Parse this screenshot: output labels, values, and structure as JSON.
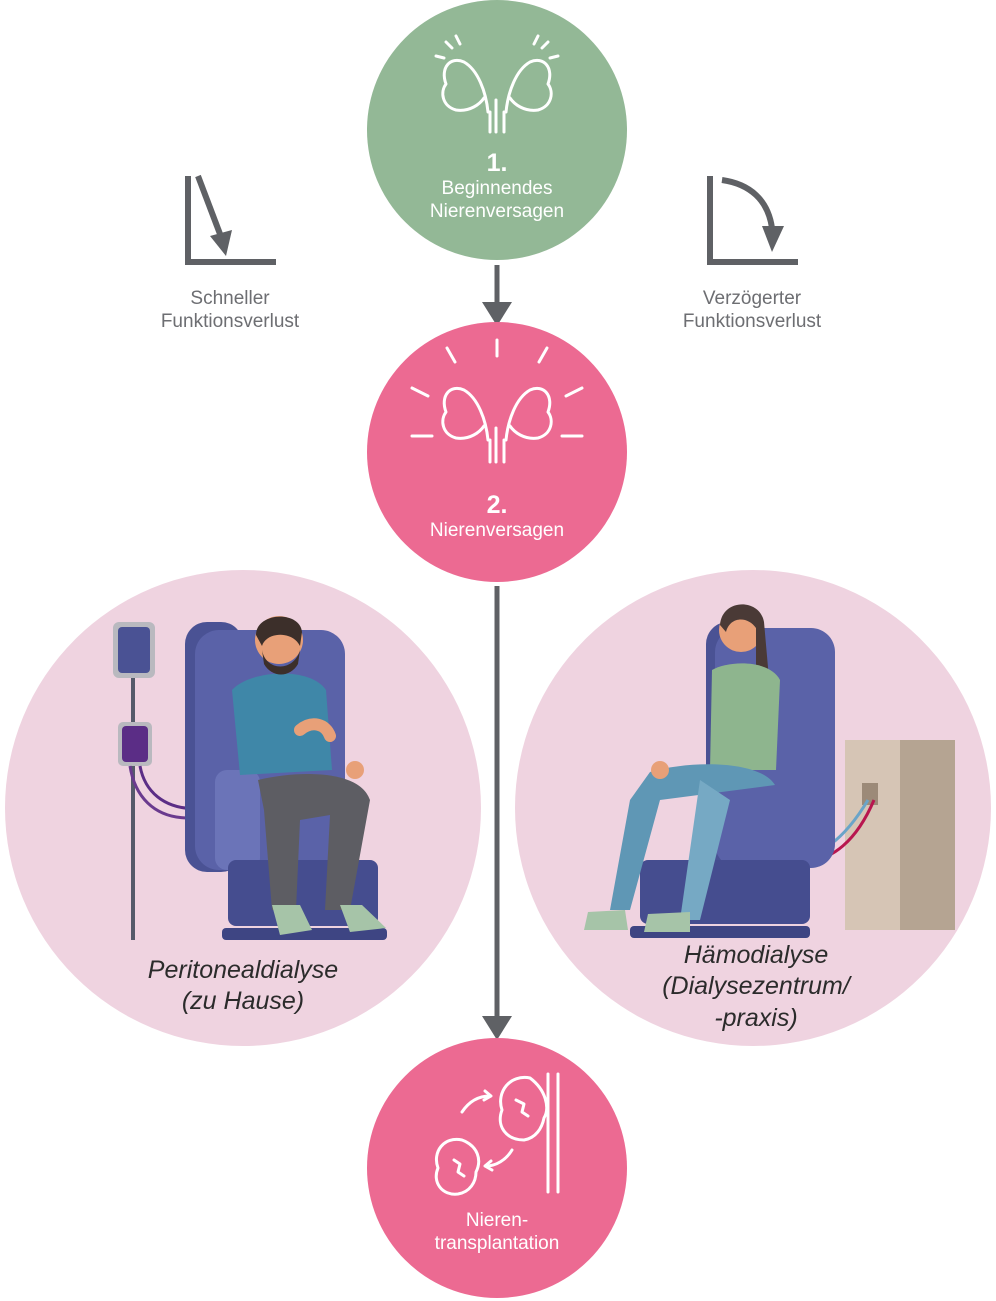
{
  "colors": {
    "step1": "#93b896",
    "step2": "#ec6a92",
    "transplant": "#ec6a92",
    "dialysis_bg": "#efd3e0",
    "arrow": "#5f6165",
    "curve_icon": "#5f6165",
    "label_grey": "#6d6e72",
    "chair": "#5a62a8",
    "tube_purple": "#6a3a8e",
    "tube_blue": "#6aa4c8",
    "tube_red": "#b8164f",
    "machine": "#d6c5b5"
  },
  "step1": {
    "number": "1.",
    "label_line1": "Beginnendes",
    "label_line2": "Nierenversagen",
    "icon": "kidneys-icon"
  },
  "step2": {
    "number": "2.",
    "label": "Nierenversagen",
    "icon": "kidneys-alert-icon"
  },
  "left_curve": {
    "line1": "Schneller",
    "line2": "Funktionsverlust",
    "icon": "steep-decline-icon"
  },
  "right_curve": {
    "line1": "Verzögerter",
    "line2": "Funktionsverlust",
    "icon": "delayed-decline-icon"
  },
  "peritoneal": {
    "line1": "Peritonealdialyse",
    "line2": "(zu Hause)",
    "illustration": "man-in-dialysis-chair"
  },
  "hemodialysis": {
    "line1": "Hämodialyse",
    "line2": "(Dialysezentrum/",
    "line3": "-praxis)",
    "illustration": "woman-in-dialysis-chair"
  },
  "transplant": {
    "line1": "Nieren-",
    "line2": "transplantation",
    "icon": "kidney-transplant-icon"
  }
}
